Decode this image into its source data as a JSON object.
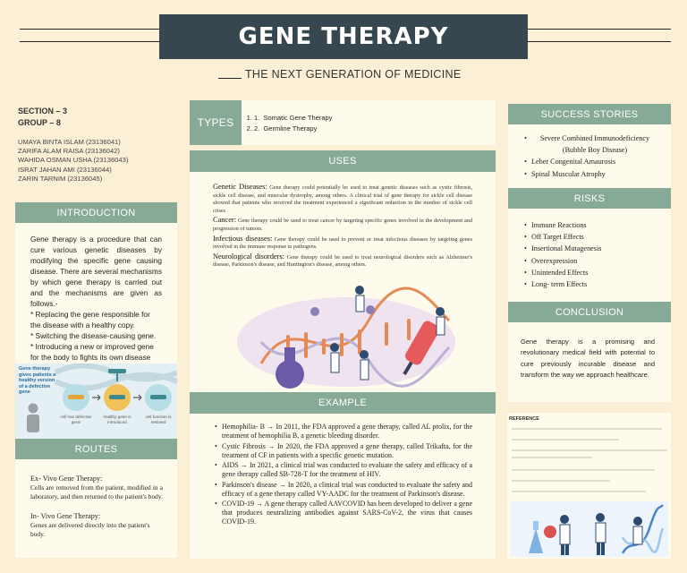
{
  "title": "GENE THERAPY",
  "subtitle": "THE NEXT GENERATION OF MEDICINE",
  "section": "SECTION – 3",
  "group": "GROUP – 8",
  "members": [
    "UMAYA BINTA ISLAM (23136041)",
    "ZARIFA ALAM RAISA (23136042)",
    "WAHIDA OSMAN USHA (23136043)",
    "ISRAT JAHAN AMI (23136044)",
    "ZARIN TARNIM (23136045)"
  ],
  "introduction": {
    "heading": "INTRODUCTION",
    "body": "Gene therapy is a procedure that can cure various genetic diseases by modifying the specific gene causing disease. There are several mechanisms by which gene therapy is carried out and the mechanisms are given  as follows.-",
    "points": [
      "* Replacing the gene responsible for the disease with a healthy copy.",
      "* Switching the disease-causing gene.",
      "* Introducing a new or improved gene for the body to fights its own disease"
    ]
  },
  "illustration": {
    "caption": "Gene therapy gives patients a healthy version of a defective gene",
    "step1": "cell has defective gene",
    "step2": "healthy gene is introduced",
    "step3": "cell function is restored"
  },
  "routes": {
    "heading": "ROUTES",
    "ex_title": "Ex- Vivo Gene Therapy:",
    "ex_body": "Cells are removed from the patient, modified in a laboratory, and then returned to the patient's body.",
    "in_title": "In- Vivo Gene Therapy:",
    "in_body": "Genes are delivered directly into the patient's body."
  },
  "types": {
    "heading": "TYPES",
    "items": [
      "Somatic Gene Therapy",
      "Germline Therapy"
    ]
  },
  "uses": {
    "heading": "USES",
    "items": [
      {
        "term": "Genetic Diseases:",
        "text": " Gene therapy could potentially be used to treat genetic diseases such as cystic fibrosis, sickle cell disease, and muscular dystrophy, among others. A clinical trial of gene therapy for sickle cell disease showed that patients who received the treatment experienced a significant reduction in the number of sickle cell crises"
      },
      {
        "term": "Cancer:",
        "text": " Gene therapy could be used to treat cancer by targeting specific genes involved in the development and progression of tumors."
      },
      {
        "term": "Infectious diseases:",
        "text": " Gene therapy could be used to prevent or treat infectious diseases by targeting genes involved in the immune response to pathogens."
      },
      {
        "term": "Neurological disorders:",
        "text": " Gene therapy could be used to treat neurological disorders such as Alzheimer's disease, Parkinson's disease, and Huntington's disease, among others."
      }
    ]
  },
  "example": {
    "heading": "EXAMPLE",
    "items": [
      "Hemophilia- B → In 2011, the FDA approved a gene therapy, called AL prolix, for the treatment of hemophilia B, a genetic bleeding disorder.",
      "Cystic Fibrosis → In 2020, the FDA approved a gene therapy, called Trikafta, for the treatment of CF in patients with a specific genetic mutation.",
      "AIDS → In 2021, a clinical trial was conducted to evaluate the safety and efficacy of a gene therapy called SB-728-T for the treatment of HIV.",
      "Parkinson's disease → In 2020, a clinical trial was conducted to evaluate the safety and efficacy of a gene therapy called VY-AADC for the treatment of Parkinson's disease.",
      "COVID-19 → A gene therapy called AAVCOVID has been developed to deliver a gene that produces neutralizing antibodies against SARS-CoV-2, the virus that causes COVID-19."
    ]
  },
  "success": {
    "heading": "SUCCESS STORIES",
    "items": [
      "Severe Combined Immunodeficiency (Bubble Boy Disease)",
      "Leber Congenital Amaurosis",
      "Spinal Muscular Atrophy"
    ]
  },
  "risks": {
    "heading": "RISKS",
    "items": [
      "Immune Reactions",
      "Off Target Effects",
      "Insertional Mutagenesis",
      "Overexpression",
      "Unintended Effects",
      "Long- term Effects"
    ]
  },
  "conclusion": {
    "heading": "CONCLUSION",
    "body": "Gene therapy is a promising and revolutionary medical field with potential to cure previously incurable disease and transform the way we approach healthcare."
  },
  "reference": {
    "heading": "REFERENCE"
  },
  "colors": {
    "accent": "#87aa96",
    "title_bg": "#37474f",
    "background": "#fbf0d6",
    "card": "#fffbec"
  }
}
